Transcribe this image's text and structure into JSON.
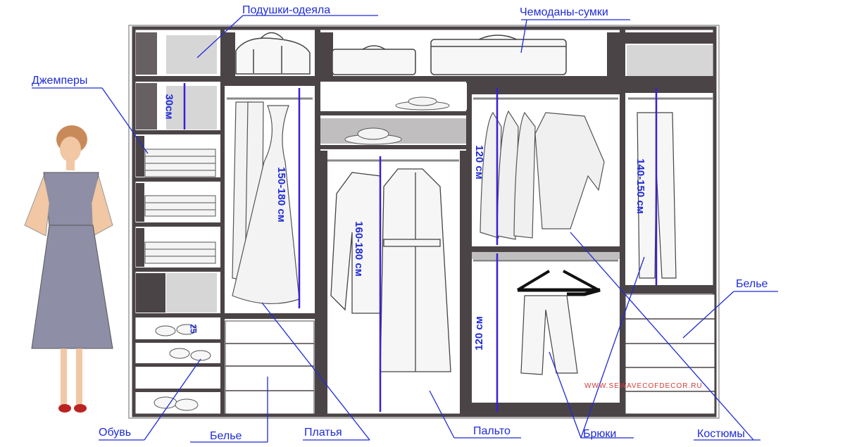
{
  "labels": {
    "pillows": "Подушки-одеяла",
    "suitcases": "Чемоданы-сумки",
    "sweaters": "Джемперы",
    "linen_right": "Белье",
    "shoes": "Обувь",
    "linen_bottom": "Белье",
    "dresses": "Платья",
    "coat": "Пальто",
    "trousers": "Брюки",
    "suits": "Костюмы"
  },
  "measurements": {
    "shelf_height": "30см",
    "dress_rail": "150-180 см",
    "coat_rail": "160-180 см",
    "suit_rail": "120 см",
    "trouser_rail": "120 см",
    "right_rail": "140-150 см",
    "shoe_shelf": "25"
  },
  "watermark": "WWW.SEWAVECOFDECOR.RU",
  "colors": {
    "wood": "#4b4446",
    "label": "#1f2bd6",
    "panel": "#d6d6d6",
    "watermark": "#d23a3a"
  }
}
